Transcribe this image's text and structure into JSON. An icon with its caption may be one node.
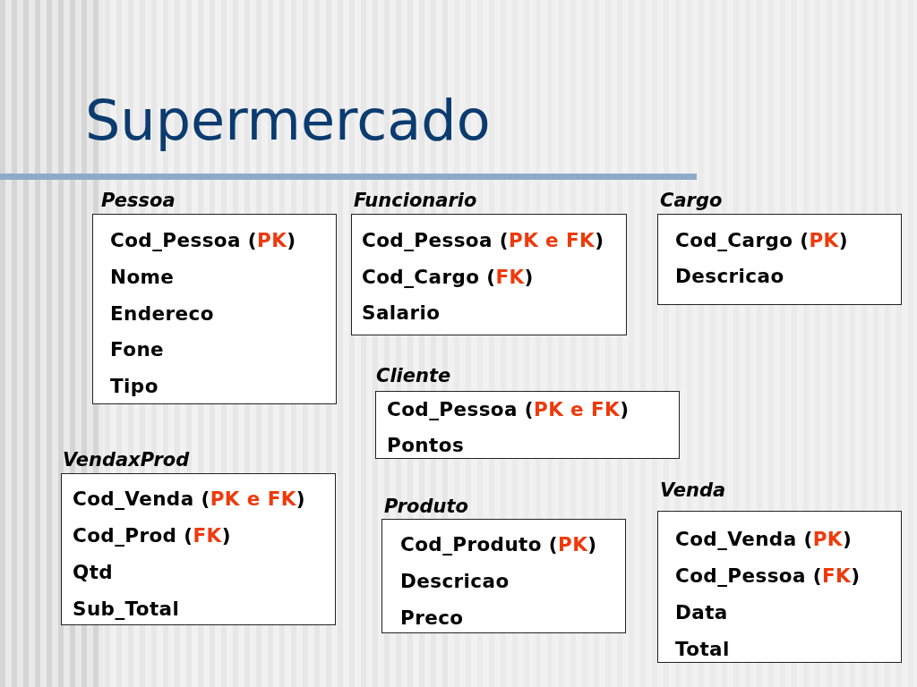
{
  "diagram": {
    "title": "Supermercado",
    "nodes": [
      {
        "text": [
          "Pessoa",
          "Cod_Pessoa (PK)",
          "Nome",
          "Endereco",
          "Fone",
          "Tipo"
        ]
      },
      {
        "text": [
          "Funcionario",
          "Cod_Pessoa (PK e FK)",
          "Cod_Cargo (FK)",
          "Salario"
        ]
      },
      {
        "text": [
          "Cargo",
          "Cod_Cargo (PK)",
          "Descricao"
        ]
      },
      {
        "text": [
          "Cliente",
          "Cod_Pessoa (PK e FK)",
          "Pontos"
        ]
      },
      {
        "text": [
          "VendaxProd",
          "Cod_Venda (PK e FK)",
          "Cod_Prod (FK)",
          "Qtd",
          "Sub_Total"
        ]
      },
      {
        "text": [
          "Produto",
          "Cod_Produto (PK)",
          "Descricao",
          "Preco"
        ]
      },
      {
        "text": [
          "Venda",
          "Cod_Venda (PK)",
          "Cod_Pessoa (FK)",
          "Data",
          "Total"
        ]
      }
    ],
    "edges": []
  }
}
